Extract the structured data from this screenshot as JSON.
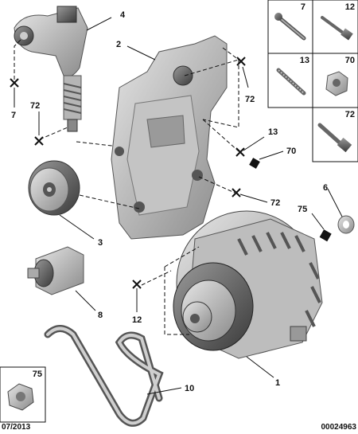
{
  "callouts": {
    "c1": "1",
    "c2": "2",
    "c3": "3",
    "c4": "4",
    "c6": "6",
    "c7": "7",
    "c8": "8",
    "c10": "10",
    "c12": "12",
    "c13": "13",
    "c70": "70",
    "c72a": "72",
    "c72b": "72",
    "c72c": "72",
    "c75": "75"
  },
  "legend": {
    "b7": "7",
    "b12": "12",
    "b13": "13",
    "b70": "70",
    "b72": "72",
    "b75": "75"
  },
  "footer": {
    "date": "07/2013",
    "reference": "00024963"
  }
}
